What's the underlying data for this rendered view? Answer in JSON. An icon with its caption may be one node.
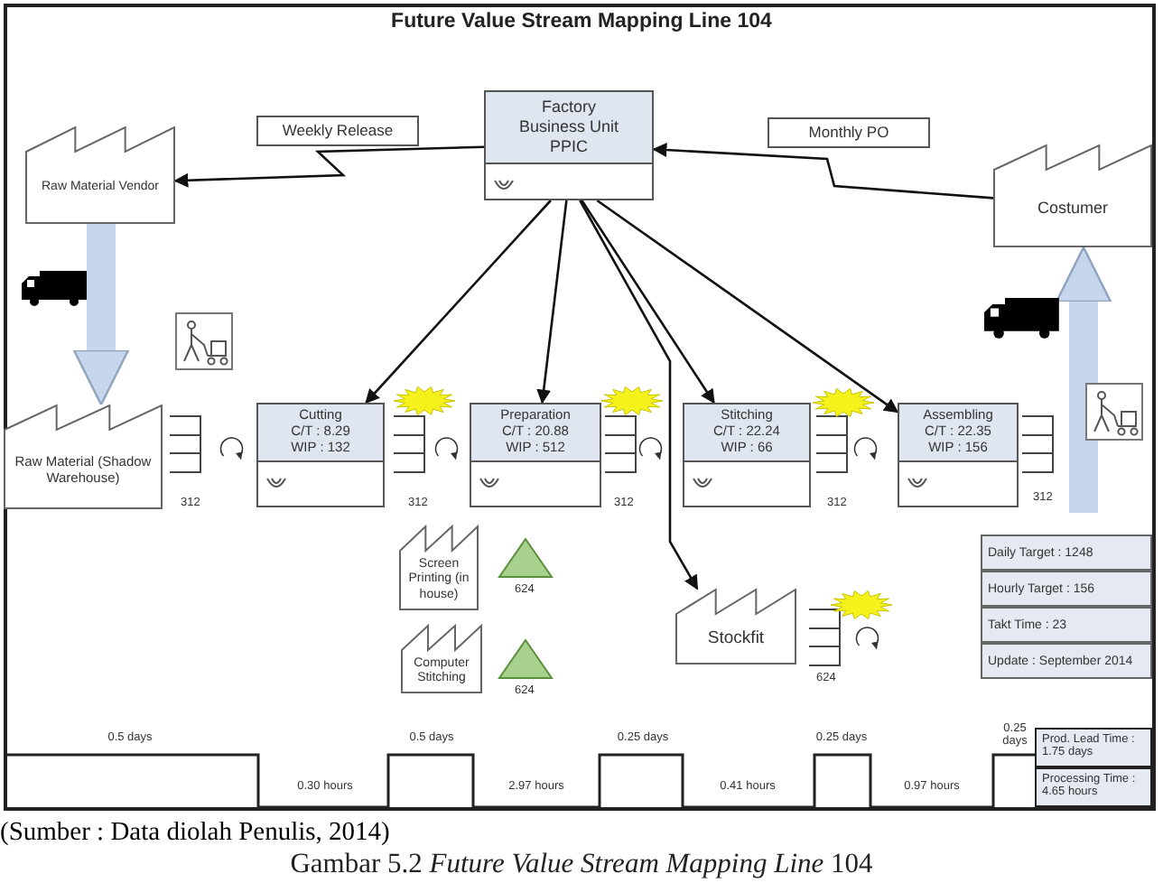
{
  "diagram": {
    "title": "Future Value Stream Mapping Line 104",
    "caption": "Gambar 5.2 *Future Value Stream Mapping Line* 104",
    "nodes": [
      {
        "text": [
          "Factory Business Unit PPIC"
        ]
      },
      {
        "text": [
          "Raw Material Vendor"
        ]
      },
      {
        "text": [
          "Costumer"
        ]
      },
      {
        "text": [
          "Raw Material (Shadow Warehouse)"
        ]
      },
      {
        "text": [
          "Cutting",
          "C/T : 8.29",
          "WIP : 132"
        ]
      },
      {
        "text": [
          "Preparation",
          "C/T : 20.88",
          "WIP : 512"
        ]
      },
      {
        "text": [
          "Stitching",
          "C/T : 22.24",
          "WIP : 66"
        ]
      },
      {
        "text": [
          "Assembling",
          "C/T : 22.35",
          "WIP : 156"
        ]
      },
      {
        "text": [
          "Screen Printing (in house)"
        ]
      },
      {
        "text": [
          "Computer Stitching"
        ]
      },
      {
        "text": [
          "Stockfit"
        ]
      }
    ],
    "edges": [
      {
        "from": 0,
        "to": 1,
        "arrow": "to",
        "label": "Weekly Release"
      },
      {
        "from": 2,
        "to": 0,
        "arrow": "to",
        "label": "Monthly PO"
      },
      {
        "from": 1,
        "to": 3,
        "arrow": "to",
        "style": "thick",
        "color": "#c6d6ec"
      },
      {
        "from": null,
        "to": 2,
        "arrow": "to",
        "style": "thick",
        "color": "#c6d6ec"
      },
      {
        "from": 0,
        "to": 4,
        "arrow": "to"
      },
      {
        "from": 0,
        "to": 5,
        "arrow": "to"
      },
      {
        "from": 0,
        "to": 6,
        "arrow": "to"
      },
      {
        "from": 0,
        "to": 7,
        "arrow": "to"
      },
      {
        "from": 0,
        "to": 10,
        "arrow": "to"
      }
    ],
    "labels": [
      "312",
      "312",
      "312",
      "312",
      "312",
      "624",
      "624",
      "624",
      "Daily Target : 1248",
      "Hourly Target : 156",
      "Takt Time : 23",
      "Update : September 2014",
      "0.5 days",
      "0.30 hours",
      "0.5 days",
      "2.97 hours",
      "0.25 days",
      "0.41 hours",
      "0.25 days",
      "0.97 hours",
      "0.25 days",
      "Prod. Lead Time : 1.75 days",
      "Processing Time : 4.65 hours",
      "(Sumber : Data diolah Penulis, 2014)"
    ]
  }
}
